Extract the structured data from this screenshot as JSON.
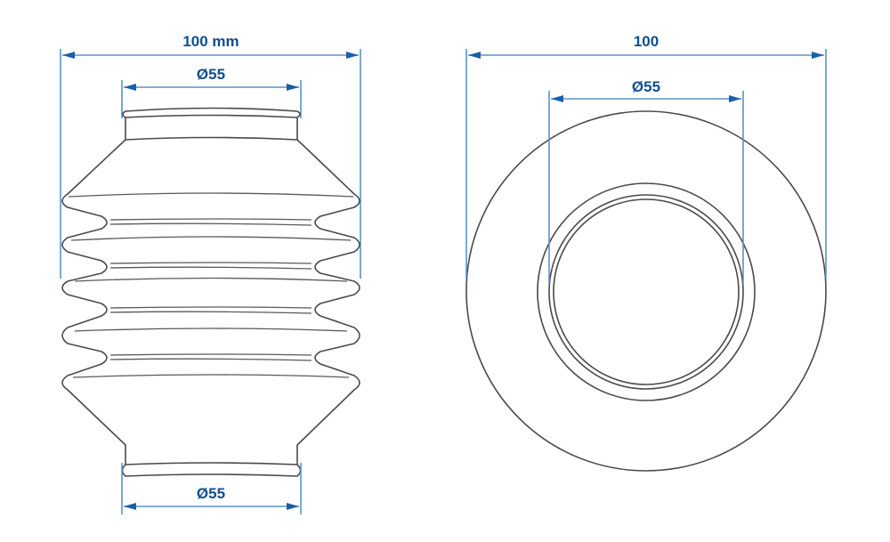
{
  "diagram": {
    "type": "technical-drawing",
    "subject": "bellows / rubber boot",
    "colors": {
      "outline": "#4a4a4a",
      "dimension_line": "#5b93c7",
      "arrow": "#1a5ea8",
      "label_text": "#0f4f8e"
    },
    "side_view": {
      "overall_width_label": "100 mm",
      "top_opening_label": "Ø55",
      "bottom_opening_label": "Ø55",
      "convolutions": 4
    },
    "top_view": {
      "outer_diameter_label": "100",
      "inner_diameter_label": "Ø55"
    }
  }
}
